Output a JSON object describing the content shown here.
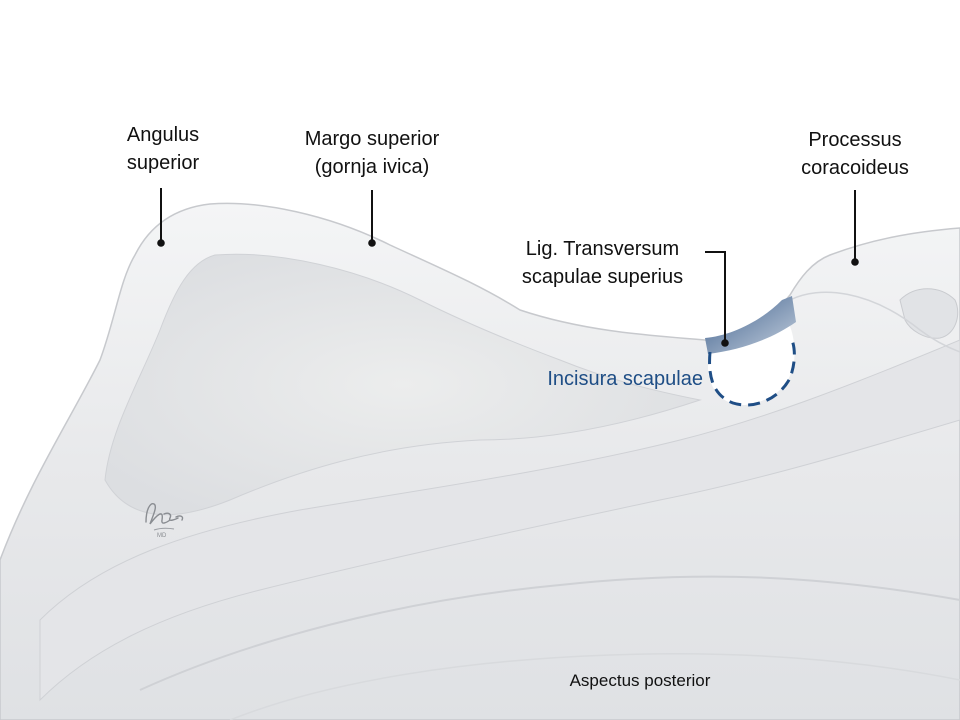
{
  "labels": {
    "angulus_superior": [
      "Angulus",
      "superior"
    ],
    "margo_superior": [
      "Margo superior",
      "(gornja ivica)"
    ],
    "processus_coracoideus": [
      "Processus",
      "coracoideus"
    ],
    "lig_transversum": [
      "Lig. Transversum",
      "scapulae superius"
    ],
    "incisura_scapulae": "Incisura scapulae",
    "aspectus_posterior": "Aspectus posterior"
  },
  "signature": "DRaca MD",
  "colors": {
    "bone_fill": "#e9eaec",
    "bone_shade": "#d4d6da",
    "leader_line": "#111111",
    "incisura_blue": "#1f4e86",
    "ligament_blue": "#5a7aa4"
  }
}
